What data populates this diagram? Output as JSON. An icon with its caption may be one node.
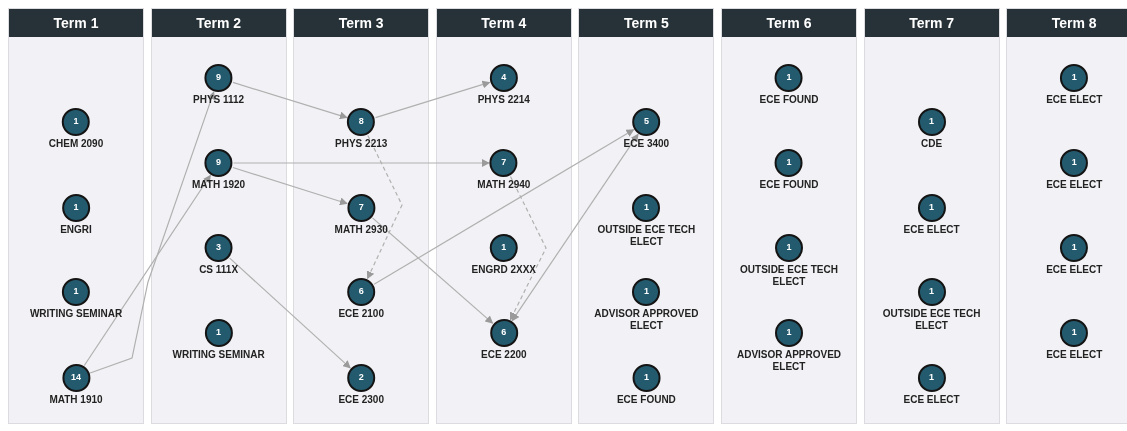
{
  "diagram": {
    "nodes": [
      {
        "text": [
          "Term 1"
        ]
      },
      {
        "text": [
          "1",
          "CHEM 2090"
        ],
        "in": 0
      },
      {
        "text": [
          "1",
          "ENGRI"
        ],
        "in": 0
      },
      {
        "text": [
          "1",
          "WRITING SEMINAR"
        ],
        "in": 0
      },
      {
        "text": [
          "14",
          "MATH 1910"
        ],
        "in": 0
      },
      {
        "text": [
          "Term 2"
        ]
      },
      {
        "text": [
          "9",
          "PHYS 1112"
        ],
        "in": 5
      },
      {
        "text": [
          "9",
          "MATH 1920"
        ],
        "in": 5
      },
      {
        "text": [
          "3",
          "CS 111X"
        ],
        "in": 5
      },
      {
        "text": [
          "1",
          "WRITING SEMINAR"
        ],
        "in": 5
      },
      {
        "text": [
          "Term 3"
        ]
      },
      {
        "text": [
          "8",
          "PHYS 2213"
        ],
        "in": 10
      },
      {
        "text": [
          "7",
          "MATH 2930"
        ],
        "in": 10
      },
      {
        "text": [
          "6",
          "ECE 2100"
        ],
        "in": 10
      },
      {
        "text": [
          "2",
          "ECE 2300"
        ],
        "in": 10
      },
      {
        "text": [
          "Term 4"
        ]
      },
      {
        "text": [
          "4",
          "PHYS 2214"
        ],
        "in": 15
      },
      {
        "text": [
          "7",
          "MATH 2940"
        ],
        "in": 15
      },
      {
        "text": [
          "1",
          "ENGRD 2XXX"
        ],
        "in": 15
      },
      {
        "text": [
          "6",
          "ECE 2200"
        ],
        "in": 15
      },
      {
        "text": [
          "Term 5"
        ]
      },
      {
        "text": [
          "5",
          "ECE 3400"
        ],
        "in": 20
      },
      {
        "text": [
          "1",
          "OUTSIDE ECE TECH ELECT"
        ],
        "in": 20
      },
      {
        "text": [
          "1",
          "ADVISOR APPROVED ELECT"
        ],
        "in": 20
      },
      {
        "text": [
          "1",
          "ECE FOUND"
        ],
        "in": 20
      },
      {
        "text": [
          "Term 6"
        ]
      },
      {
        "text": [
          "1",
          "ECE FOUND"
        ],
        "in": 25
      },
      {
        "text": [
          "1",
          "ECE FOUND"
        ],
        "in": 25
      },
      {
        "text": [
          "1",
          "OUTSIDE ECE TECH ELECT"
        ],
        "in": 25
      },
      {
        "text": [
          "1",
          "ADVISOR APPROVED ELECT"
        ],
        "in": 25
      },
      {
        "text": [
          "Term 7"
        ]
      },
      {
        "text": [
          "1",
          "CDE"
        ],
        "in": 30
      },
      {
        "text": [
          "1",
          "ECE ELECT"
        ],
        "in": 30
      },
      {
        "text": [
          "1",
          "OUTSIDE ECE TECH ELECT"
        ],
        "in": 30
      },
      {
        "text": [
          "1",
          "ECE ELECT"
        ],
        "in": 30
      },
      {
        "text": [
          "Term 8"
        ]
      },
      {
        "text": [
          "1",
          "ECE ELECT"
        ],
        "in": 35
      },
      {
        "text": [
          "1",
          "ECE ELECT"
        ],
        "in": 35
      },
      {
        "text": [
          "1",
          "ECE ELECT"
        ],
        "in": 35
      },
      {
        "text": [
          "1",
          "ECE ELECT"
        ],
        "in": 35
      }
    ],
    "edges": [
      {
        "from": 4,
        "to": 6,
        "arrow": "to"
      },
      {
        "from": 4,
        "to": 7,
        "arrow": "to"
      },
      {
        "from": 6,
        "to": 11,
        "arrow": "to"
      },
      {
        "from": 7,
        "to": 17,
        "arrow": "to"
      },
      {
        "from": 7,
        "to": 12,
        "arrow": "to"
      },
      {
        "from": 8,
        "to": 14,
        "arrow": "to"
      },
      {
        "from": 11,
        "to": 16,
        "arrow": "to"
      },
      {
        "from": 11,
        "to": 13,
        "arrow": "to",
        "style": "dashed"
      },
      {
        "from": 12,
        "to": 19,
        "arrow": "to"
      },
      {
        "from": 13,
        "to": 21,
        "arrow": "to"
      },
      {
        "from": 17,
        "to": 19,
        "arrow": "to",
        "style": "dashed"
      },
      {
        "from": 19,
        "to": 21,
        "arrow": "both"
      }
    ]
  }
}
